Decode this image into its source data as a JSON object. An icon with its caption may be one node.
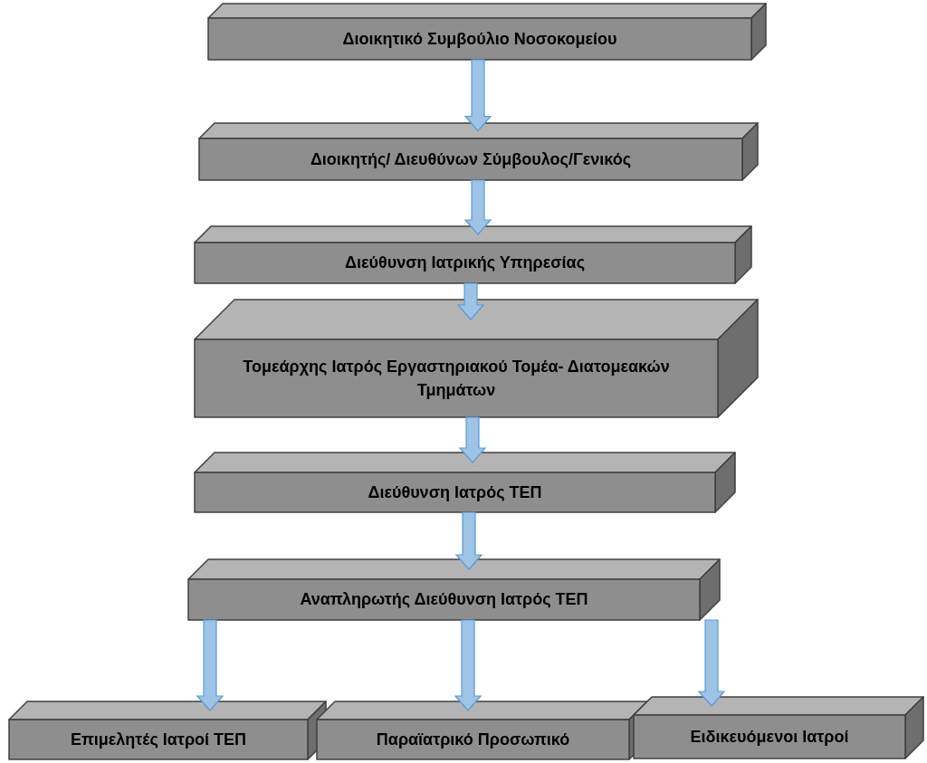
{
  "diagram": {
    "nodes": [
      {
        "text": [
          "Διοικητικό Συμβούλιο Νοσοκομείου"
        ]
      },
      {
        "text": [
          "Διοικητής/ Διευθύνων Σύμβουλος/Γενικός"
        ]
      },
      {
        "text": [
          "Διεύθυνση Ιατρικής Υπηρεσίας"
        ]
      },
      {
        "text": [
          "Τομεάρχης Ιατρός Εργαστηριακού Τομέα- Διατομεακών Τμημάτων"
        ]
      },
      {
        "text": [
          "Διεύθυνση Ιατρός ΤΕΠ"
        ]
      },
      {
        "text": [
          "Αναπληρωτής Διεύθυνση Ιατρός ΤΕΠ"
        ]
      },
      {
        "text": [
          "Επιμελητές Ιατροί ΤΕΠ"
        ]
      },
      {
        "text": [
          "Παραϊατρικό Προσωπικό"
        ]
      },
      {
        "text": [
          "Ειδικευόμενοι Ιατροί"
        ]
      }
    ],
    "edges": [
      {
        "from": 0,
        "to": 1,
        "arrow": "to"
      },
      {
        "from": 1,
        "to": 2,
        "arrow": "to"
      },
      {
        "from": 2,
        "to": 3,
        "arrow": "to"
      },
      {
        "from": 3,
        "to": 4,
        "arrow": "to"
      },
      {
        "from": 4,
        "to": 5,
        "arrow": "to"
      },
      {
        "from": 5,
        "to": 6,
        "arrow": "to"
      },
      {
        "from": 5,
        "to": 7,
        "arrow": "to"
      },
      {
        "from": 5,
        "to": 8,
        "arrow": "to"
      }
    ]
  }
}
